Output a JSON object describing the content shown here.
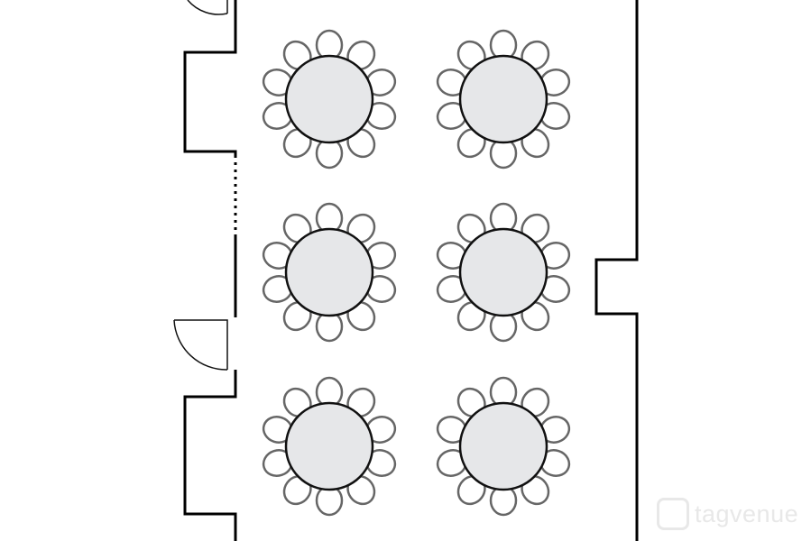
{
  "plan": {
    "layout": "banquet",
    "tables": [
      {
        "row": 1,
        "col": 1,
        "seats": 10
      },
      {
        "row": 1,
        "col": 2,
        "seats": 10
      },
      {
        "row": 2,
        "col": 1,
        "seats": 10
      },
      {
        "row": 2,
        "col": 2,
        "seats": 10
      },
      {
        "row": 3,
        "col": 1,
        "seats": 10
      },
      {
        "row": 3,
        "col": 2,
        "seats": 10
      }
    ],
    "colors": {
      "table_fill": "#e6e7e9",
      "chair_stroke": "#666666",
      "wall": "#000000"
    }
  },
  "watermark": {
    "text": "tagvenue"
  }
}
